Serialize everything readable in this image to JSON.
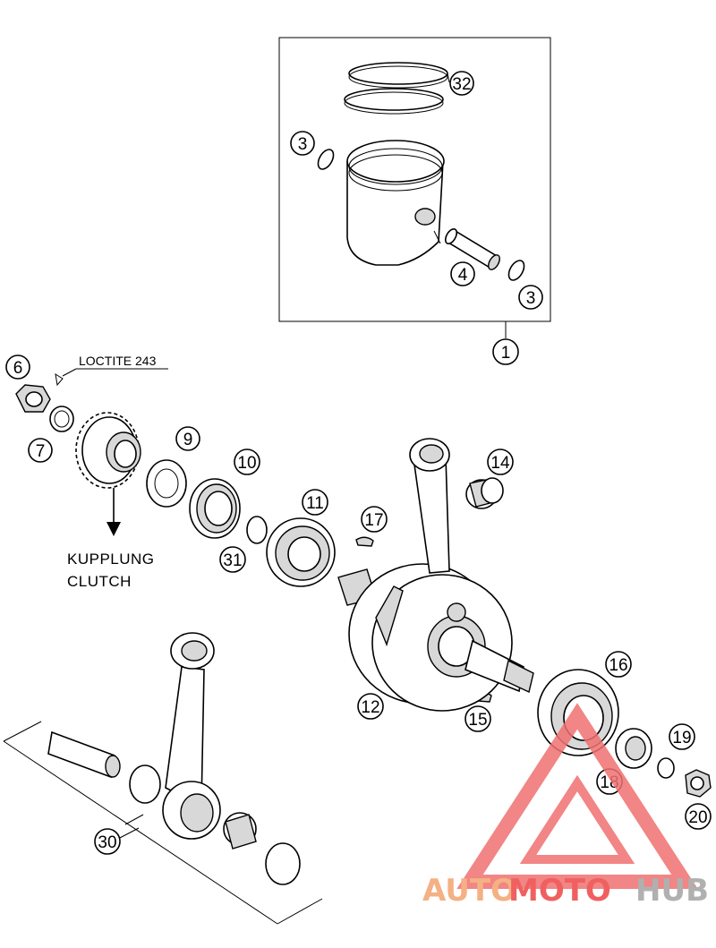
{
  "callouts": {
    "c1": "1",
    "c3a": "3",
    "c3b": "3",
    "c4": "4",
    "c6": "6",
    "c7": "7",
    "c9": "9",
    "c10": "10",
    "c11": "11",
    "c12": "12",
    "c14": "14",
    "c15": "15",
    "c16": "16",
    "c17": "17",
    "c18": "18",
    "c19": "19",
    "c20": "20",
    "c30": "30",
    "c31": "31",
    "c32": "32"
  },
  "annotations": {
    "loctite": "LOCTITE 243",
    "clutch_de": "KUPPLUNG",
    "clutch_en": "CLUTCH"
  },
  "watermark": {
    "part1": "AUTO",
    "part2": "MOTO",
    "part3": "HUB",
    "color_orange": "#f4b183",
    "color_red": "#f06060",
    "color_gray": "#b0b0b0"
  },
  "icons": [
    "arrow-down-icon",
    "automotohub-logo-icon"
  ]
}
